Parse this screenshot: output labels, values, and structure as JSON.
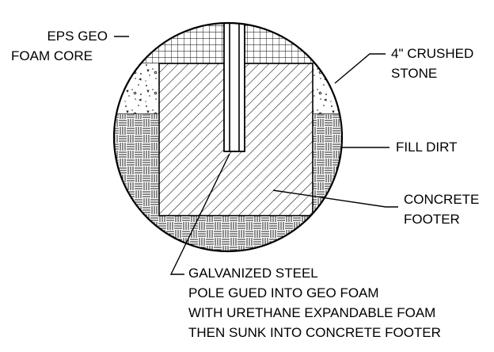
{
  "labels": {
    "eps_line1": "EPS GEO",
    "eps_line2": "FOAM CORE",
    "stone_line1": "4\" CRUSHED",
    "stone_line2": "STONE",
    "fill_dirt": "FILL DIRT",
    "concrete_line1": "CONCRETE",
    "concrete_line2": "FOOTER",
    "pole_line1": "GALVANIZED STEEL",
    "pole_line2": "POLE GUED INTO GEO FOAM",
    "pole_line3": "WITH URETHANE EXPANDABLE FOAM",
    "pole_line4": "THEN SUNK INTO CONCRETE FOOTER"
  },
  "colors": {
    "line": "#000000",
    "background": "#ffffff"
  }
}
